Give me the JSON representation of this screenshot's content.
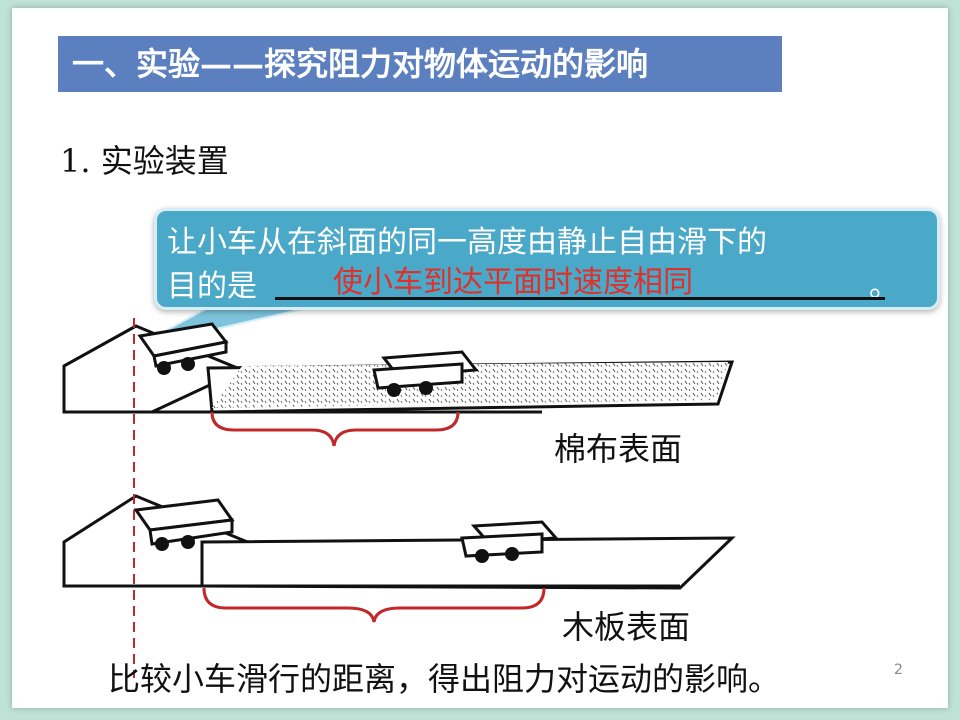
{
  "slide": {
    "title": "一、实验——探究阻力对物体运动的影响",
    "subtitle": "1. 实验装置",
    "callout": {
      "line1": "让小车从在斜面的同一高度由静止自由滑下的",
      "line2_prefix": "目的是",
      "line2_suffix": "。",
      "answer": "使小车到达平面时速度相同"
    },
    "labels": {
      "cotton": "棉布表面",
      "wood": "木板表面"
    },
    "conclusion": "比较小车滑行的距离，得出阻力对运动的影响。",
    "page_number": "2"
  },
  "colors": {
    "title_bg": "#5b7fbf",
    "callout_bg": "#4aa8c8",
    "answer": "#e0302a",
    "brace": "#c0282a",
    "dashed_line": "#c0282a"
  }
}
